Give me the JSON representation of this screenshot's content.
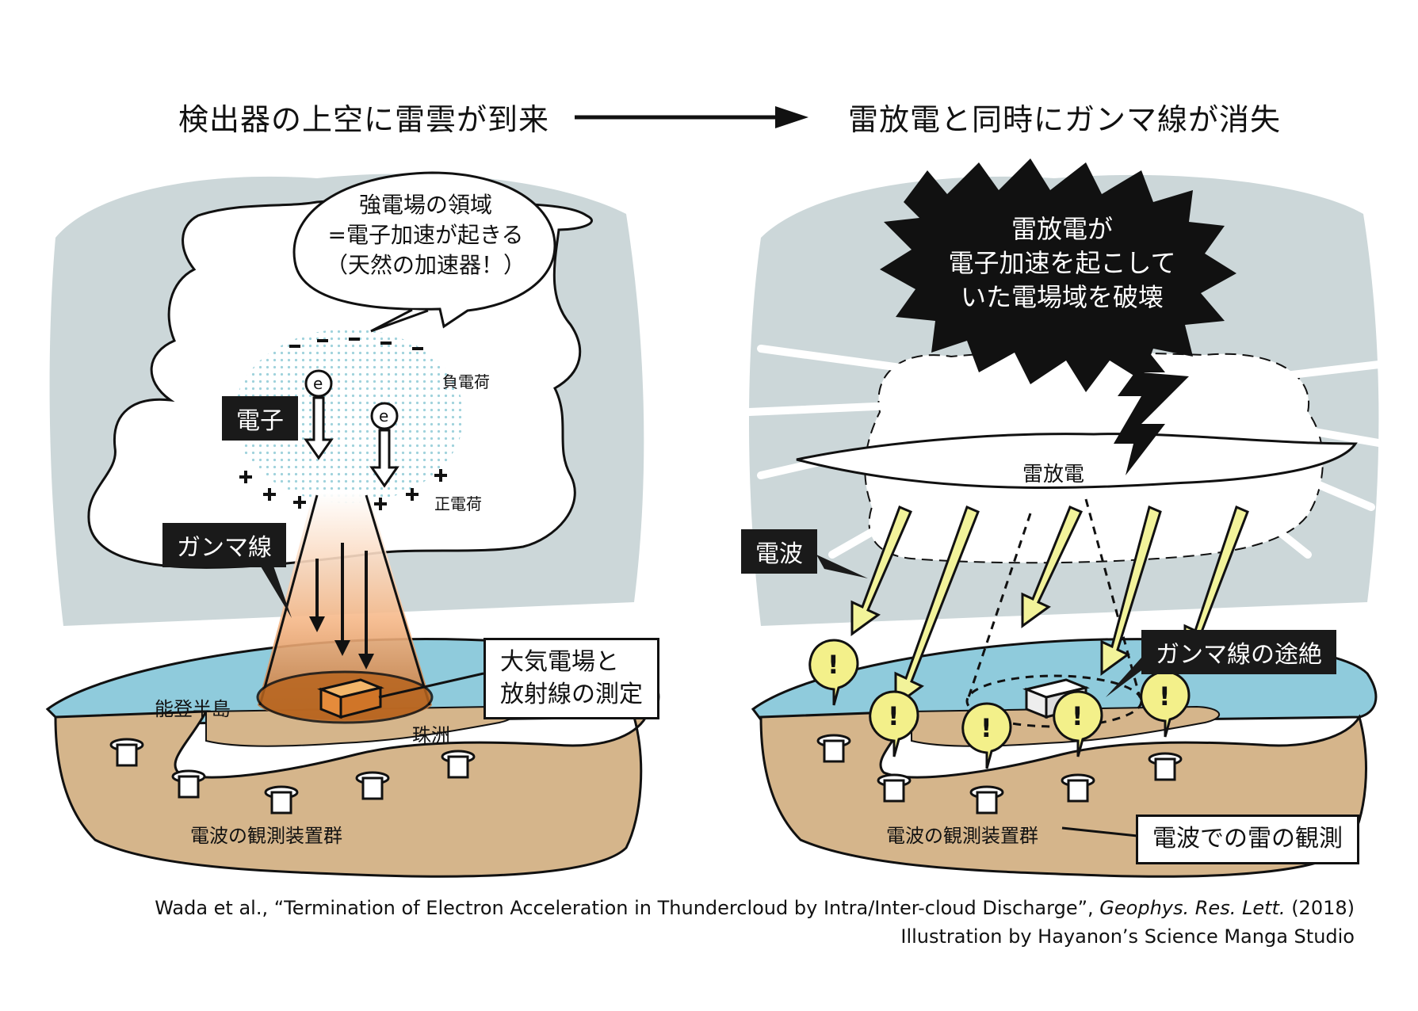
{
  "titles": {
    "left": "検出器の上空に雷雲が到来",
    "right": "雷放電と同時にガンマ線が消失"
  },
  "left_panel": {
    "speech_bubble": [
      "強電場の領域",
      "=電子加速が起きる",
      "（天然の加速器！）"
    ],
    "negative_charge_label": "負電荷",
    "positive_charge_label": "正電荷",
    "electron_label": "電子",
    "electron_symbol": "e",
    "gamma_label": "ガンマ線",
    "measurement_box": [
      "大気電場と",
      "放射線の測定"
    ],
    "place_noto": "能登半島",
    "place_suzu": "珠洲",
    "radio_array_label": "電波の観測装置群"
  },
  "right_panel": {
    "burst_text": [
      "雷放電が",
      "電子加速を起こして",
      "いた電場域を破壊"
    ],
    "discharge_label": "雷放電",
    "radio_wave_label": "電波",
    "gamma_cut_label": "ガンマ線の途絶",
    "radio_array_label": "電波の観測装置群",
    "lightning_obs_box": "電波での雷の観測",
    "alert_symbol": "!"
  },
  "citation": {
    "line1_main": "Wada et al., “Termination of Electron Acceleration in Thundercloud by Intra/Inter-cloud Discharge”,",
    "line1_journal": "Geophys. Res. Lett.",
    "line1_year": "(2018)",
    "line2": "Illustration by Hayanon’s Science Manga Studio"
  },
  "colors": {
    "sky": "#ccd7d9",
    "sea": "#8fcbdc",
    "land": "#d5b58b",
    "gamma_top": "#f6b98a",
    "gamma_bottom": "#b8651f",
    "box_orange": "#e58b3b",
    "radio_wave": "#f2f39a",
    "alert": "#f3f08a"
  }
}
